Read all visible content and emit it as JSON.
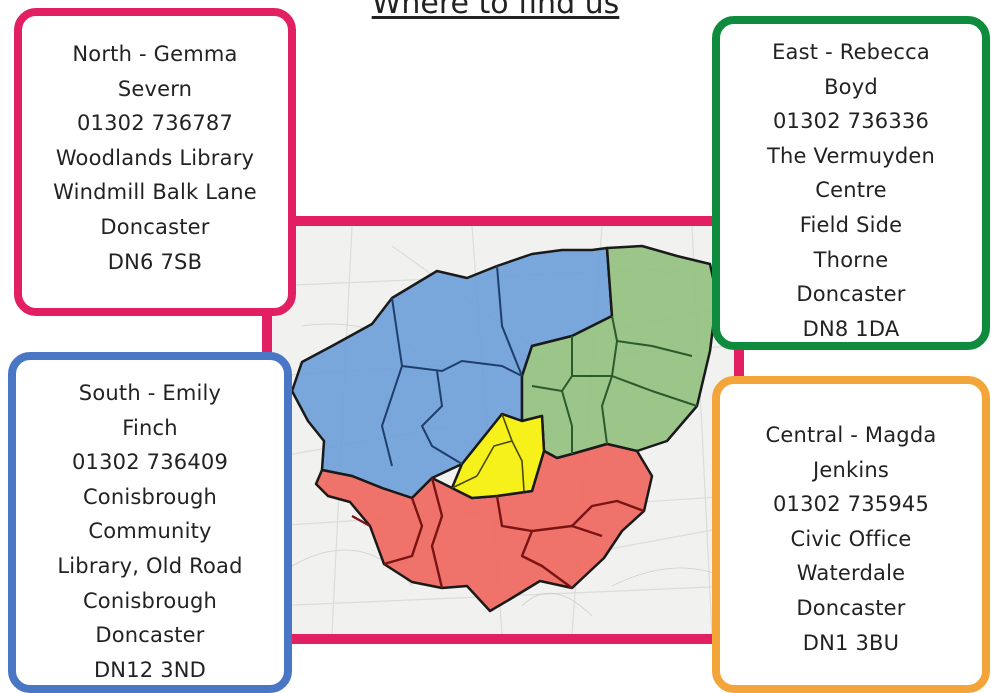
{
  "page": {
    "title": "Where to find us"
  },
  "colors": {
    "north": "#e21f62",
    "east": "#0f8b3d",
    "south": "#4a76c6",
    "central": "#f3a53a",
    "map_frame": "#e21f62",
    "region_north": "#6b9fd8",
    "region_east": "#96c283",
    "region_south": "#ee6b63",
    "region_central": "#f6f11a"
  },
  "contacts": {
    "north": {
      "lines": [
        "North - Gemma",
        "Severn",
        "01302 736787",
        "Woodlands Library",
        "Windmill Balk Lane",
        "Doncaster",
        "DN6 7SB"
      ]
    },
    "east": {
      "lines": [
        "East - Rebecca",
        "Boyd",
        "01302 736336",
        "The Vermuyden",
        "Centre",
        "Field Side",
        "Thorne",
        "Doncaster",
        "DN8 1DA"
      ]
    },
    "south": {
      "lines": [
        "South - Emily",
        "Finch",
        "01302 736409",
        "Conisbrough",
        "Community",
        "Library, Old Road",
        "Conisbrough",
        "Doncaster",
        "DN12 3ND"
      ]
    },
    "central": {
      "lines": [
        "Central - Magda",
        "Jenkins",
        "01302 735945",
        "Civic Office",
        "Waterdale",
        "Doncaster",
        "DN1 3BU"
      ]
    }
  }
}
